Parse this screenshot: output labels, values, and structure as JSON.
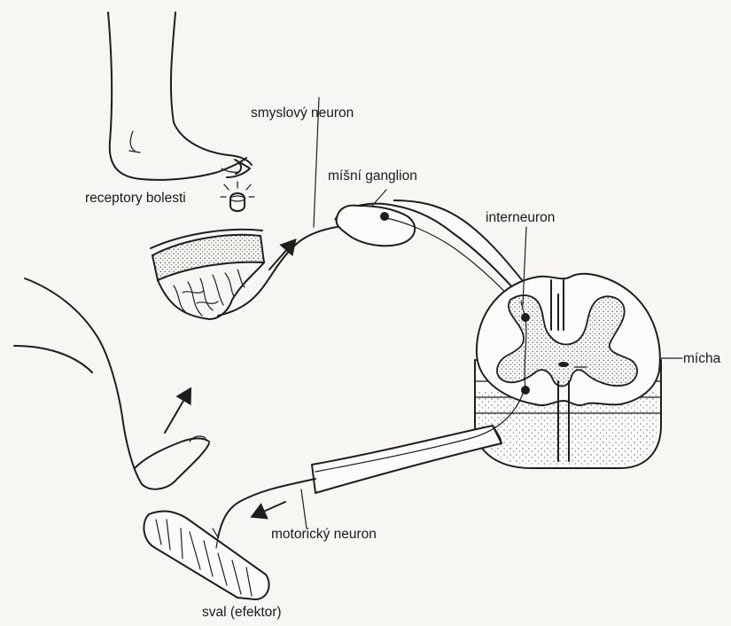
{
  "labels": {
    "sensory_neuron": "smyslový neuron",
    "spinal_ganglion": "míšní ganglion",
    "pain_receptors": "receptory bolesti",
    "interneuron": "interneuron",
    "spinal_cord": "mícha",
    "motor_neuron": "motorický neuron",
    "muscle": "sval (efektor)"
  },
  "colors": {
    "ink": "#1e1e1e",
    "paper": "#f7f6f3",
    "stipple": "#5a5a5a"
  }
}
